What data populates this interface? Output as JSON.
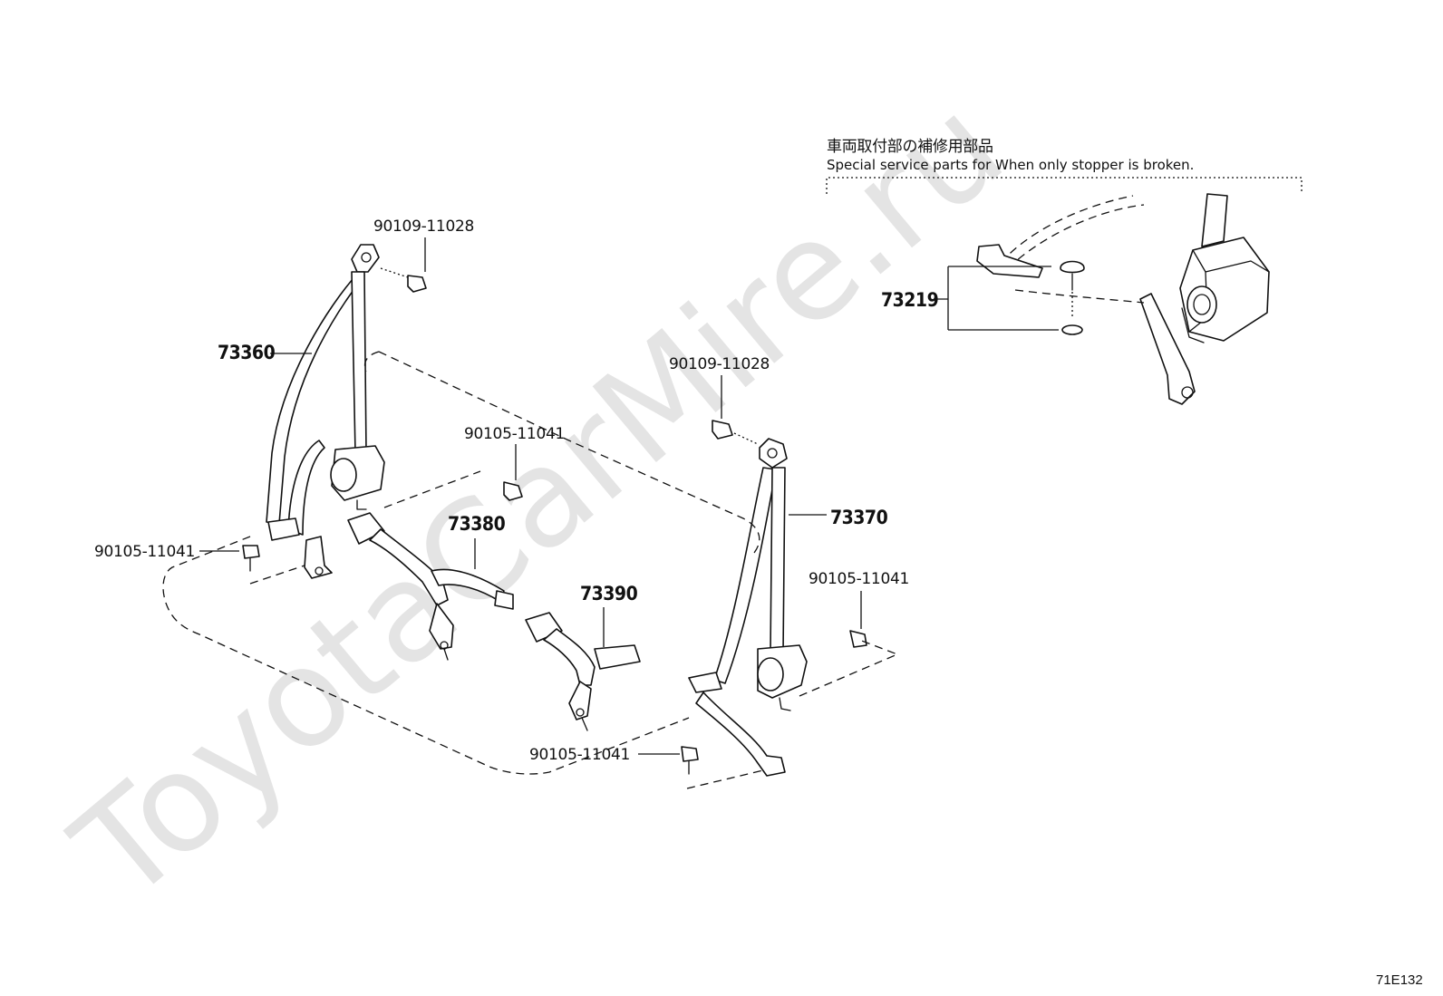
{
  "watermark": "ToyotaCarMire.ru",
  "note": {
    "japanese": "車両取付部の補修用部品",
    "english": "Special service parts for When only stopper is broken."
  },
  "callouts": {
    "p73219": "73219",
    "p73360": "73360",
    "p73370": "73370",
    "p73380": "73380",
    "p73390": "73390",
    "bolt_left_top": "90109-11028",
    "bolt_right_top": "90109-11028",
    "bolt_center": "90105-11041",
    "bolt_left_bottom": "90105-11041",
    "bolt_right": "90105-11041",
    "bolt_bottom": "90105-11041"
  },
  "reference_code": "71E132"
}
